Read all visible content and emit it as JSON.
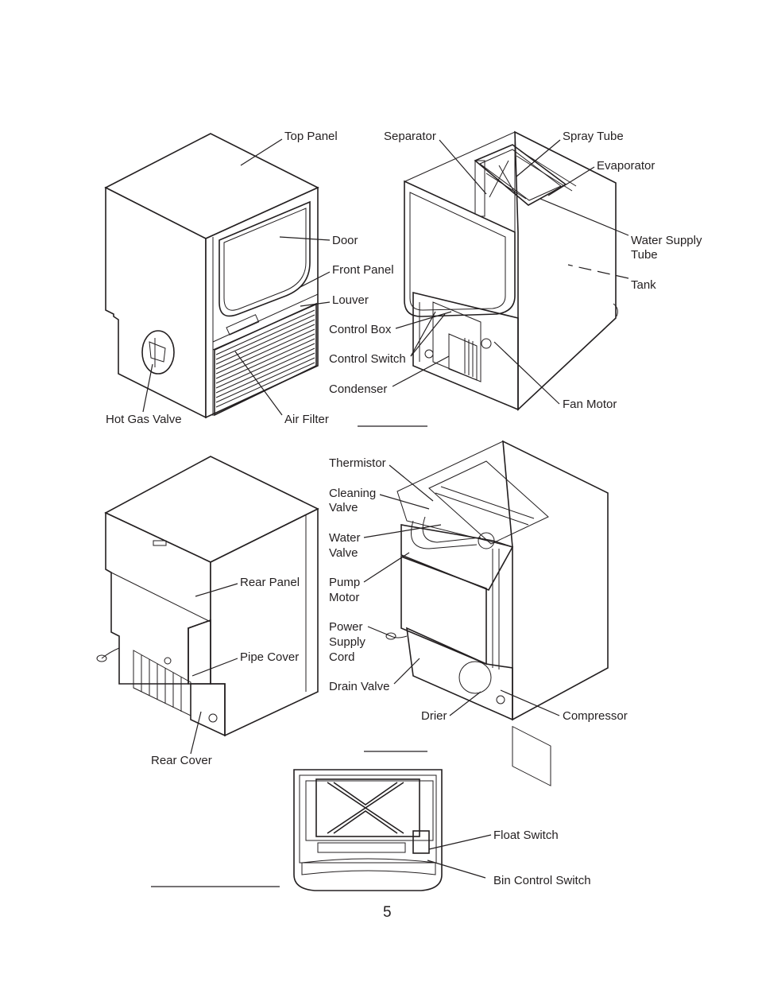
{
  "figure1": {
    "labels": {
      "top_panel": "Top Panel",
      "door": "Door",
      "front_panel": "Front Panel",
      "louver": "Louver",
      "hot_gas_valve": "Hot Gas Valve",
      "air_filter": "Air Filter",
      "separator": "Separator",
      "spray_tube": "Spray Tube",
      "evaporator": "Evaporator",
      "water_supply_tube": [
        "Water Supply",
        "Tube"
      ],
      "tank": "Tank",
      "control_box": "Control Box",
      "control_switch": "Control Switch",
      "condenser": "Condenser",
      "fan_motor": "Fan Motor"
    }
  },
  "figure2": {
    "labels": {
      "thermistor": "Thermistor",
      "cleaning_valve": [
        "Cleaning",
        "Valve"
      ],
      "water_valve": [
        "Water",
        "Valve"
      ],
      "pump_motor": [
        "Pump",
        "Motor"
      ],
      "power_supply_cord": [
        "Power",
        "Supply",
        "Cord"
      ],
      "drain_valve": "Drain Valve",
      "drier": "Drier",
      "compressor": "Compressor",
      "rear_panel": "Rear Panel",
      "pipe_cover": "Pipe Cover",
      "rear_cover": "Rear Cover"
    }
  },
  "figure3": {
    "labels": {
      "float_switch": "Float Switch",
      "bin_control_switch": "Bin Control Switch"
    }
  },
  "page_number": "5"
}
